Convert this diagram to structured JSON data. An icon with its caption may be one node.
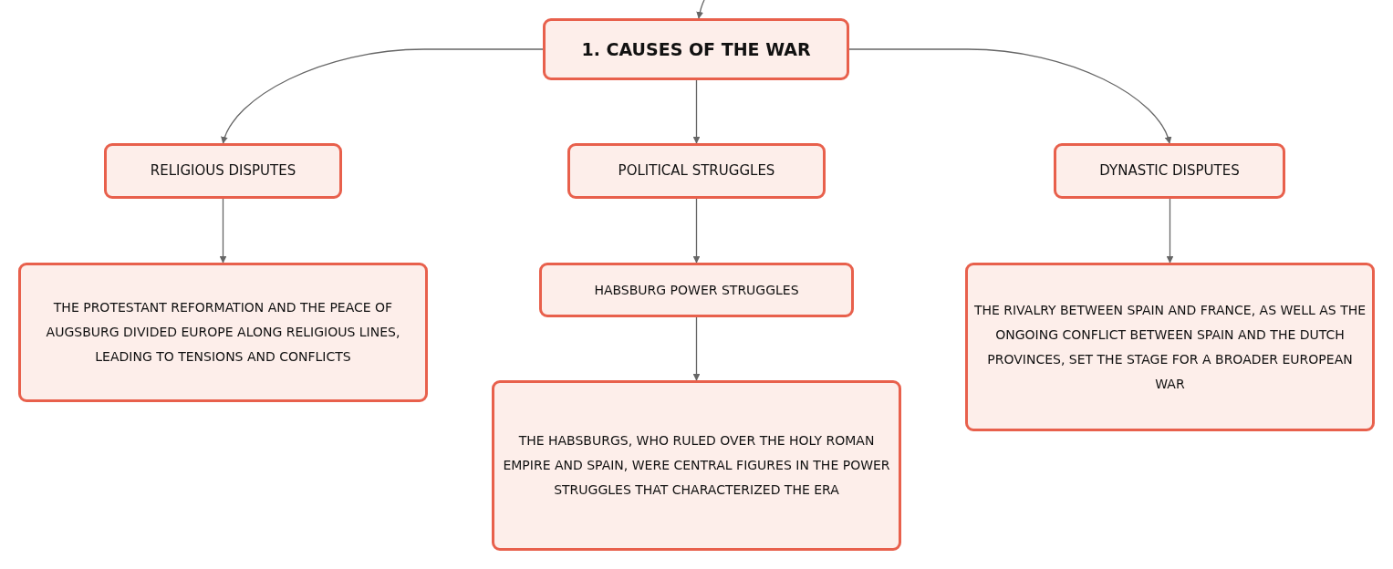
{
  "diagram": {
    "nodes": [
      {
        "text": [
          "1. CAUSES OF THE WAR"
        ]
      },
      {
        "text": [
          "RELIGIOUS DISPUTES"
        ]
      },
      {
        "text": [
          "POLITICAL STRUGGLES"
        ]
      },
      {
        "text": [
          "DYNASTIC DISPUTES"
        ]
      },
      {
        "text": [
          "THE PROTESTANT REFORMATION AND THE PEACE OF AUGSBURG DIVIDED EUROPE ALONG RELIGIOUS LINES, LEADING TO TENSIONS AND CONFLICTS"
        ]
      },
      {
        "text": [
          "HABSBURG POWER STRUGGLES"
        ]
      },
      {
        "text": [
          "THE HABSBURGS, WHO RULED OVER THE HOLY ROMAN EMPIRE AND SPAIN, WERE CENTRAL FIGURES IN THE POWER STRUGGLES THAT CHARACTERIZED THE ERA"
        ]
      },
      {
        "text": [
          "THE RIVALRY BETWEEN SPAIN AND FRANCE, AS WELL AS THE ONGOING CONFLICT BETWEEN SPAIN AND THE DUTCH PROVINCES, SET THE STAGE FOR A BROADER EUROPEAN WAR"
        ]
      }
    ],
    "edges": [
      {
        "from": null,
        "to": 0,
        "arrow": "to"
      },
      {
        "from": 0,
        "to": 1,
        "arrow": "to"
      },
      {
        "from": 0,
        "to": 2,
        "arrow": "to"
      },
      {
        "from": 0,
        "to": 3,
        "arrow": "to"
      },
      {
        "from": 1,
        "to": 4,
        "arrow": "to"
      },
      {
        "from": 2,
        "to": 5,
        "arrow": "to"
      },
      {
        "from": 5,
        "to": 6,
        "arrow": "to"
      },
      {
        "from": 3,
        "to": 7,
        "arrow": "to"
      }
    ]
  }
}
